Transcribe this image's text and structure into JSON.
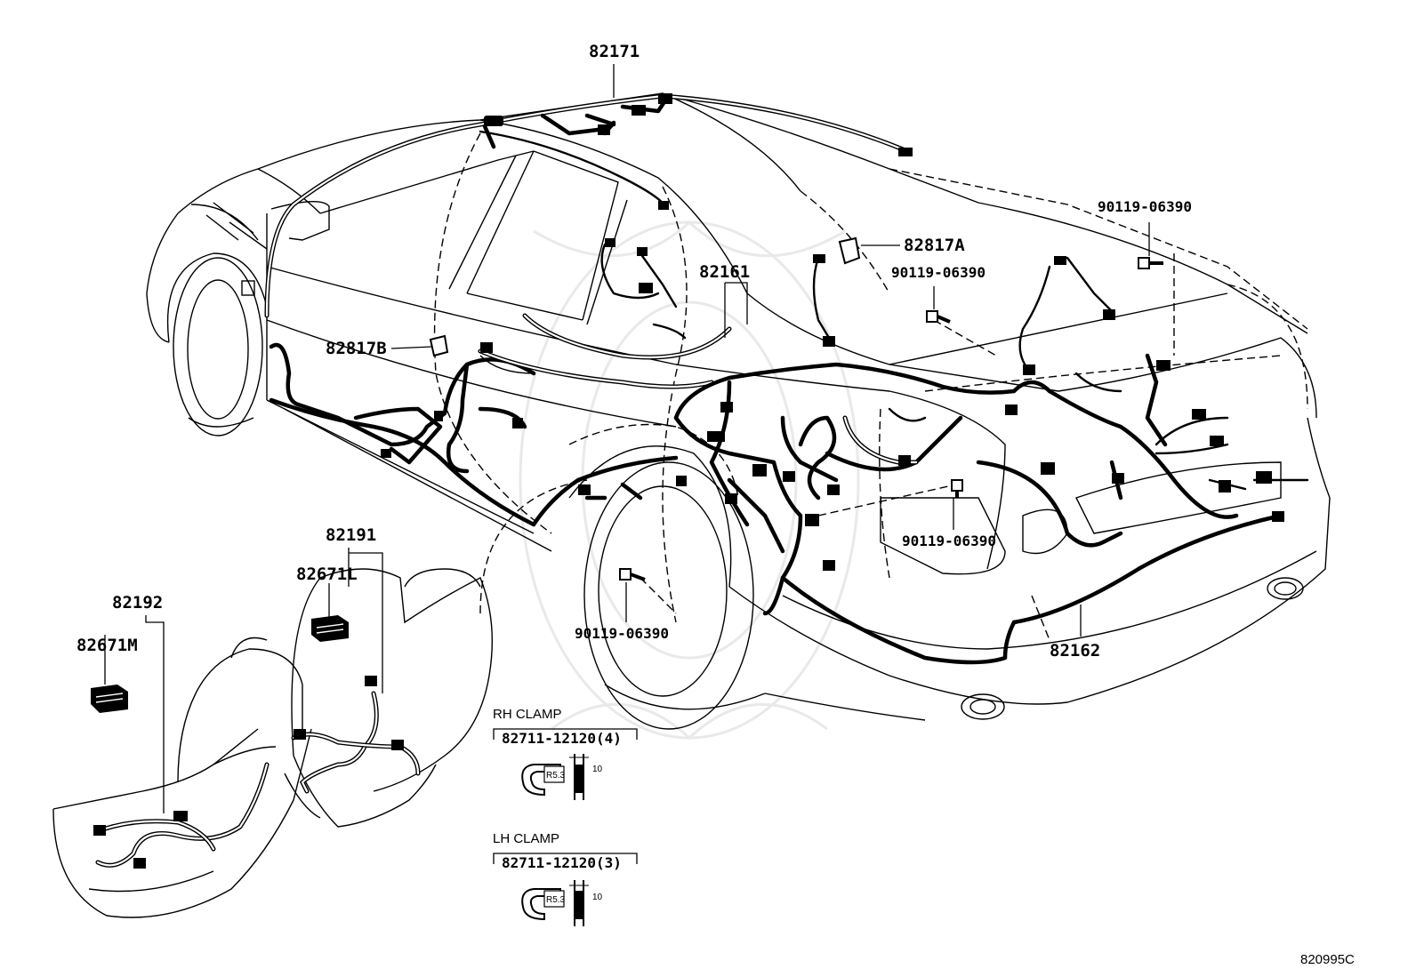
{
  "diagram": {
    "figure_code": "820995C",
    "parts": [
      {
        "id": "82171"
      },
      {
        "id": "82161"
      },
      {
        "id": "82162"
      },
      {
        "id": "82817A"
      },
      {
        "id": "82817B"
      },
      {
        "id": "82191"
      },
      {
        "id": "82192"
      },
      {
        "id": "82671L"
      },
      {
        "id": "82671M"
      }
    ],
    "bolts": [
      {
        "id": "90119-06390"
      },
      {
        "id": "90119-06390"
      },
      {
        "id": "90119-06390"
      },
      {
        "id": "90119-06390"
      }
    ],
    "clamps": [
      {
        "title": "RH CLAMP",
        "part": "82711-12120(4)",
        "radius": "R5.3",
        "width": "10"
      },
      {
        "title": "LH CLAMP",
        "part": "82711-12120(3)",
        "radius": "R5.3",
        "width": "10"
      }
    ]
  }
}
